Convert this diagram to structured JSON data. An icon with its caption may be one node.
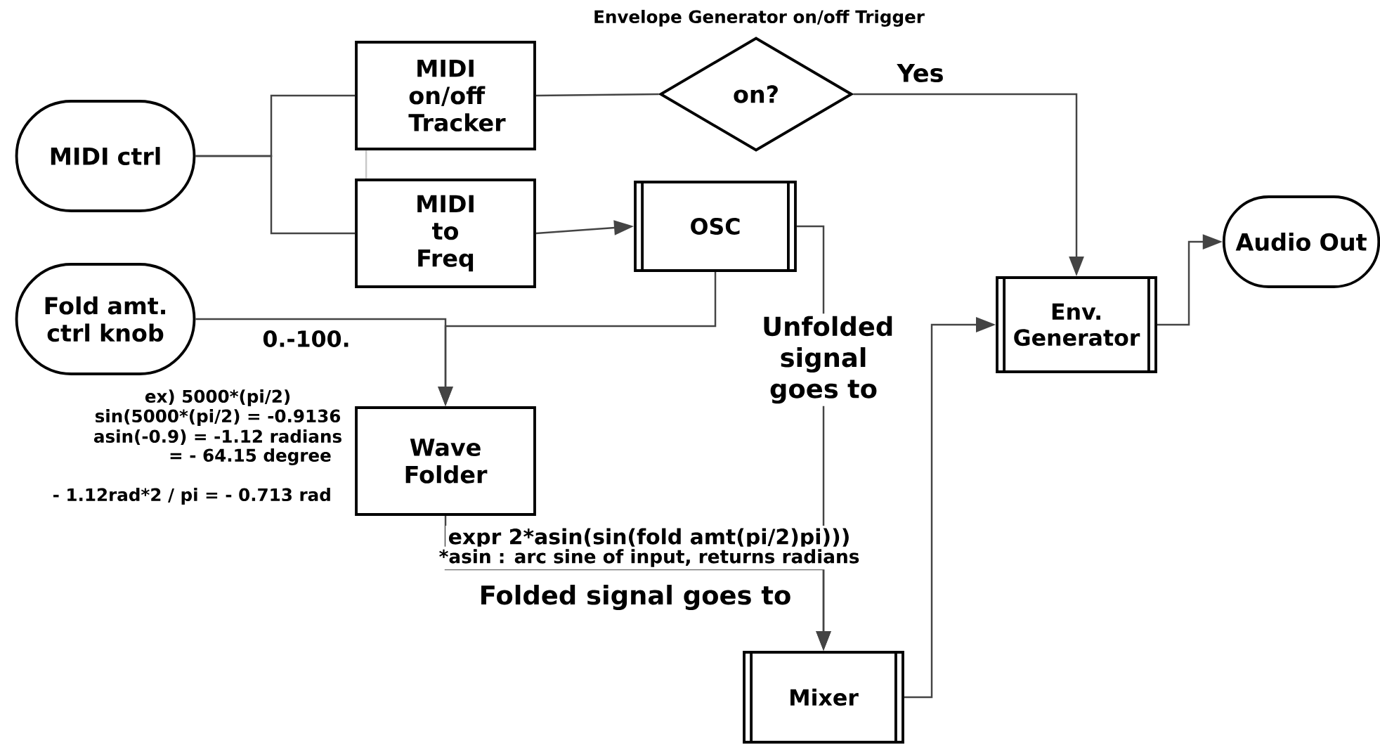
{
  "diagram": {
    "title": "Envelope Generator on/off Trigger",
    "nodes": [
      {
        "text": [
          "MIDI ctrl"
        ]
      },
      {
        "text": [
          "MIDI on/off Tracker"
        ]
      },
      {
        "text": [
          "on?"
        ]
      },
      {
        "text": [
          "MIDI to Freq"
        ]
      },
      {
        "text": [
          "OSC"
        ]
      },
      {
        "text": [
          "Fold amt. ctrl knob"
        ]
      },
      {
        "text": [
          "Wave Folder"
        ]
      },
      {
        "text": [
          "Env. Generator"
        ]
      },
      {
        "text": [
          "Audio Out"
        ]
      },
      {
        "text": [
          "Mixer"
        ]
      }
    ],
    "edges": [
      {
        "from": 0,
        "to": 1,
        "arrow": "none"
      },
      {
        "from": 0,
        "to": 3,
        "arrow": "none"
      },
      {
        "from": 1,
        "to": 3,
        "arrow": "none",
        "color": "#c8c8c8"
      },
      {
        "from": 1,
        "to": 2,
        "arrow": "none"
      },
      {
        "from": 2,
        "to": 7,
        "arrow": "to",
        "label": "Yes"
      },
      {
        "from": 3,
        "to": 4,
        "arrow": "to"
      },
      {
        "from": 4,
        "to": 6,
        "arrow": "to"
      },
      {
        "from": 5,
        "to": 6,
        "arrow": "to",
        "label": "0.-100."
      },
      {
        "from": 4,
        "to": 9,
        "arrow": "to",
        "label": "Unfolded signal goes to"
      },
      {
        "from": 6,
        "to": 9,
        "arrow": "to",
        "label": "Folded signal goes to"
      },
      {
        "from": 9,
        "to": 7,
        "arrow": "to"
      },
      {
        "from": 7,
        "to": 8,
        "arrow": "to"
      }
    ],
    "labels": [
      "ex) 5000*(pi/2)",
      "sin(5000*(pi/2) = -0.9136",
      "asin(-0.9) = -1.12 radians",
      "= - 64.15 degree",
      "- 1.12rad*2 / pi = - 0.713 rad",
      "expr 2*asin(sin(fold amt(pi/2)pi)))",
      "*asin : arc sine of input, returns radians"
    ]
  }
}
